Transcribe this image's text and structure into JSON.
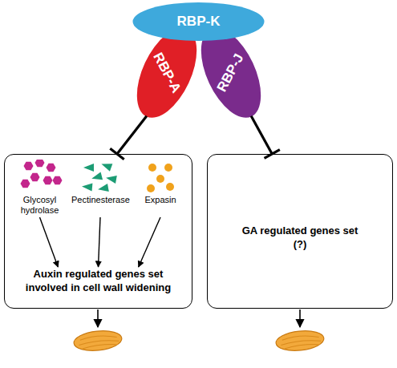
{
  "diagram": {
    "nodes": [
      {
        "text": [
          "RBP-K"
        ]
      },
      {
        "text": [
          "RBP-A"
        ]
      },
      {
        "text": [
          "RBP-J"
        ]
      },
      {
        "text": []
      },
      {
        "text": [
          "Glycosyl hydrolase"
        ],
        "in": 3
      },
      {
        "text": [
          "Pectinesterase"
        ],
        "in": 3
      },
      {
        "text": [
          "Expasin"
        ],
        "in": 3
      },
      {
        "text": [
          "Auxin regulated genes set involved in cell wall widening"
        ],
        "in": 3
      },
      {
        "text": [
          "GA regulated genes set (?)"
        ]
      }
    ],
    "edges": [
      {
        "from": 1,
        "to": 3,
        "arrow": "to"
      },
      {
        "from": 2,
        "to": 8,
        "arrow": "to"
      },
      {
        "from": 4,
        "to": 7,
        "arrow": "to"
      },
      {
        "from": 5,
        "to": 7,
        "arrow": "to"
      },
      {
        "from": 6,
        "to": 7,
        "arrow": "to"
      }
    ]
  }
}
